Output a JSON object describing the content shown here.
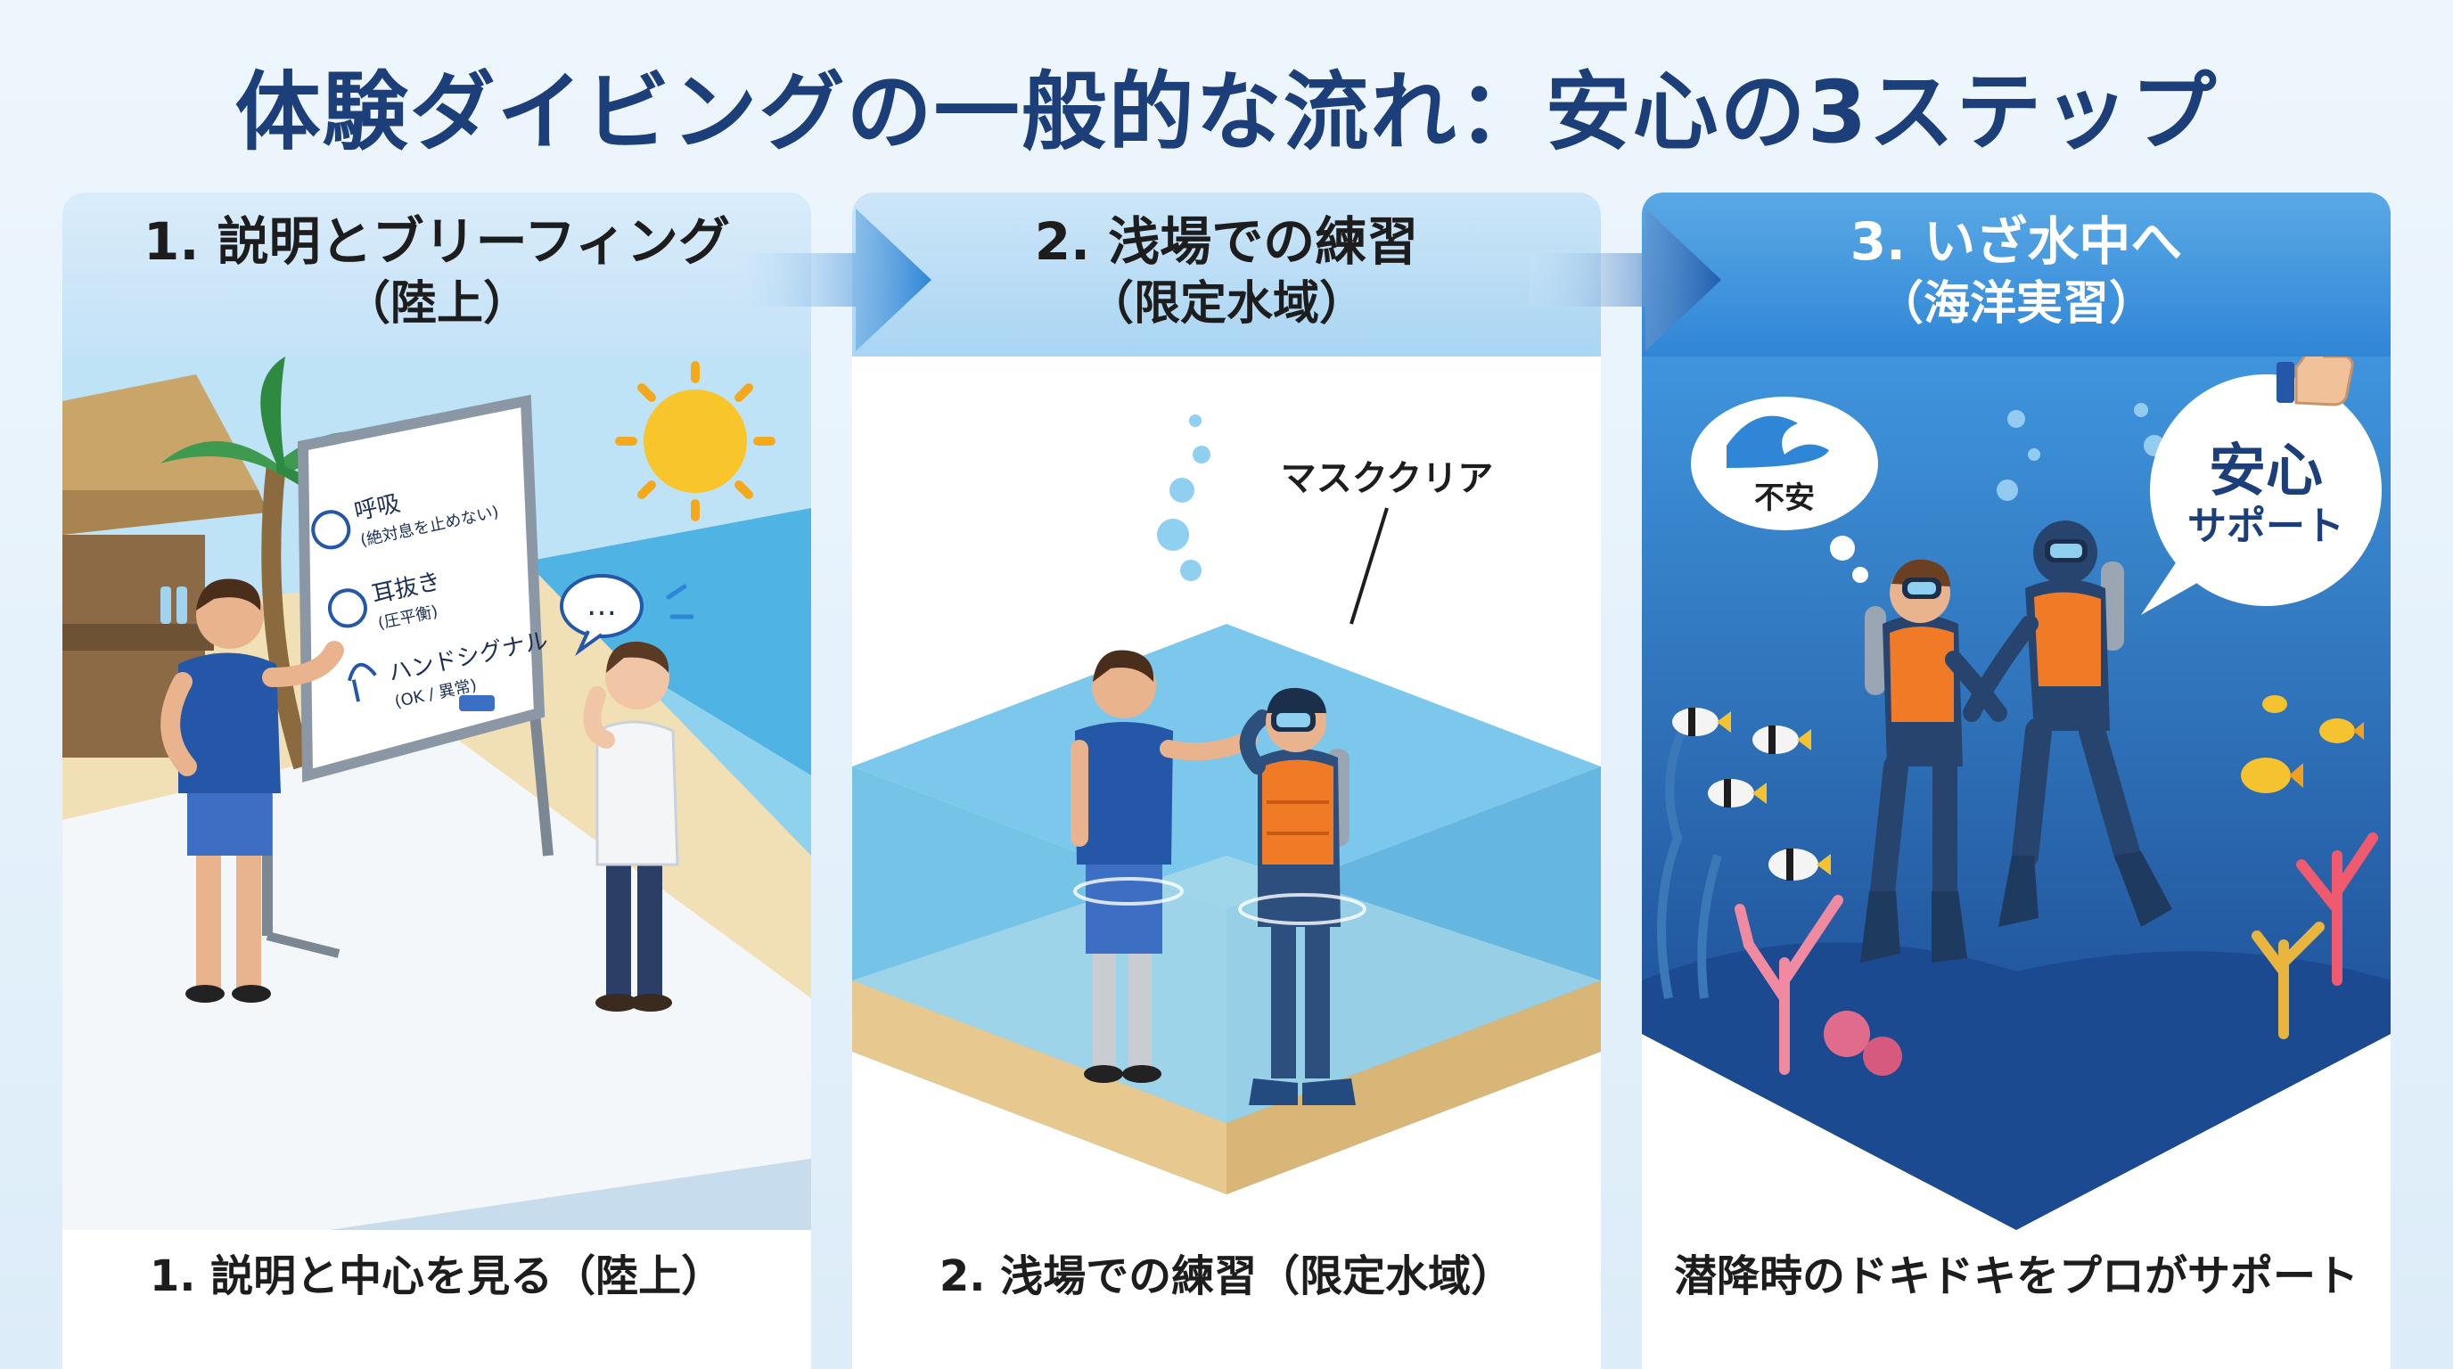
{
  "title": "体験ダイビングの一般的な流れ：安心の3ステップ",
  "steps": [
    {
      "heading_line1": "1. 説明とブリーフィング",
      "heading_line2": "（陸上）",
      "board": {
        "item1_label": "呼吸",
        "item1_sub": "(絶対息を止めない)",
        "item2_label": "耳抜き",
        "item2_sub": "(圧平衡)",
        "item3_label": "ハンドシグナル",
        "item3_sub": "(OK / 異常)"
      },
      "speech": "…",
      "caption": "1. 説明と中心を見る（陸上）"
    },
    {
      "heading_line1": "2. 浅場での練習",
      "heading_line2": "（限定水域）",
      "callout": "マスククリア",
      "caption": "2. 浅場での練習（限定水域）"
    },
    {
      "heading_line1": "3. いざ水中へ",
      "heading_line2": "（海洋実習）",
      "worry_bubble": "不安",
      "support_line1": "安心",
      "support_line2": "サポート",
      "caption": "潜降時のドキドキをプロがサポート"
    }
  ],
  "colors": {
    "title": "#1c3f7a",
    "arrow": "#2f86d6",
    "deep_sea": "#1f5fb0",
    "shallow_water": "#8fd0ee",
    "sand": "#e7c98f",
    "instructor_shirt": "#2457a8",
    "life_vest": "#f07a26"
  },
  "icons": [
    "arrow-right-icon",
    "sun-icon",
    "thumbs-up-icon",
    "wave-icon",
    "palm-tree-icon"
  ]
}
